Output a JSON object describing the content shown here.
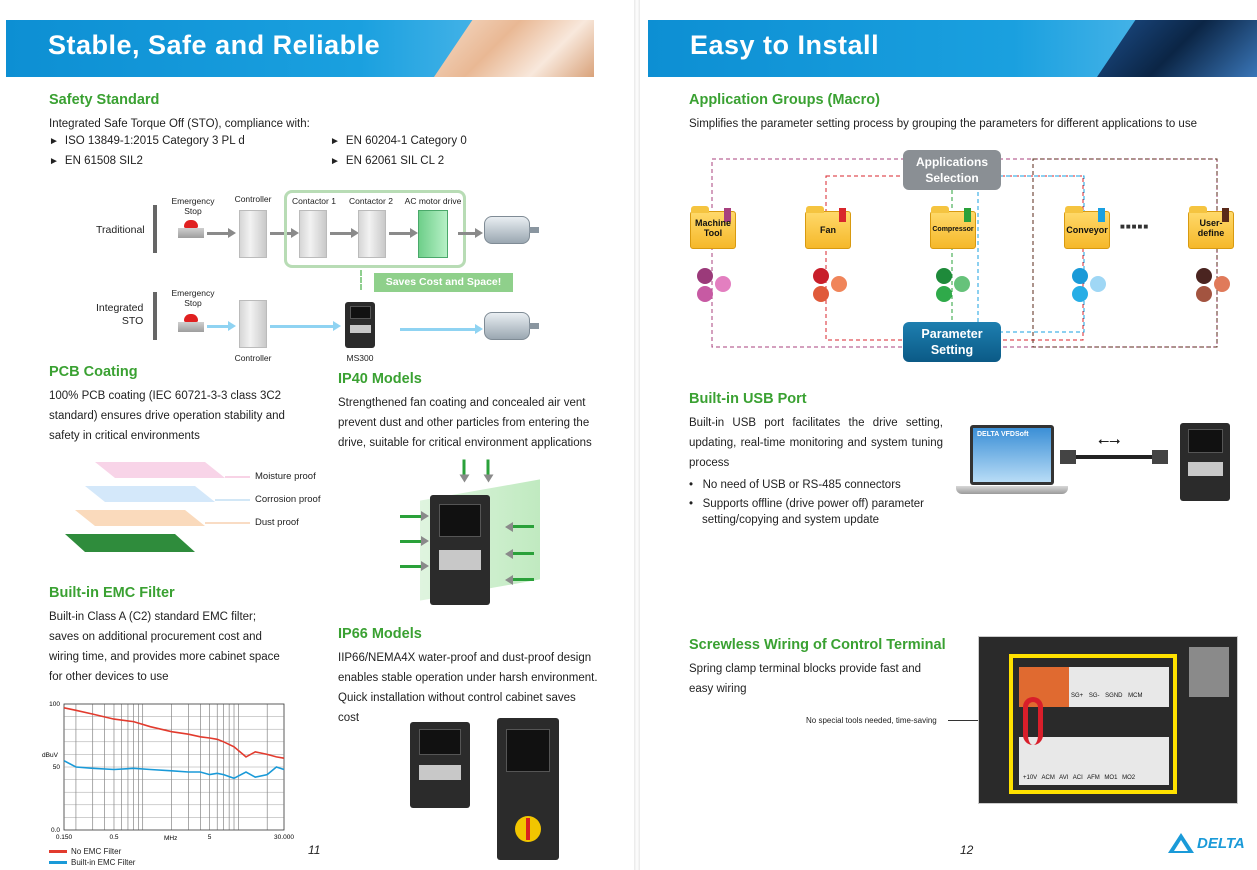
{
  "left": {
    "banner_title": "Stable, Safe and Reliable",
    "safety": {
      "heading": "Safety Standard",
      "intro": "Integrated Safe Torque Off (STO), compliance with:",
      "bullets": [
        "ISO 13849-1:2015 Category 3 PL d",
        "EN 60204-1 Category 0",
        "EN 61508 SIL2",
        "EN 62061 SIL CL 2"
      ],
      "bullet_glyph": "►"
    },
    "sto_diagram": {
      "traditional": "Traditional",
      "integrated": "Integrated\nSTO",
      "emergency_stop": "Emergency\nStop",
      "controller": "Controller",
      "contactor1": "Contactor 1",
      "contactor2": "Contactor 2",
      "ac_motor_drive": "AC motor drive",
      "saves": "Saves Cost and Space!",
      "ms300": "MS300"
    },
    "pcb": {
      "heading": "PCB Coating",
      "text": "100% PCB coating (IEC 60721-3-3 class 3C2 standard) ensures drive operation stability and safety in critical environments",
      "layers": [
        "Moisture proof",
        "Corrosion proof",
        "Dust proof"
      ]
    },
    "ip40": {
      "heading": "IP40 Models",
      "text": "Strengthened fan coating and concealed air vent prevent dust and other particles from entering the drive, suitable for critical environment applications"
    },
    "emc": {
      "heading": "Built-in EMC Filter",
      "text": "Built-in Class A (C2) standard EMC filter; saves on additional procurement cost and wiring time, and provides more cabinet space for other devices to use"
    },
    "ip66": {
      "heading": "IP66 Models",
      "text": "IIP66/NEMA4X water-proof and dust-proof design enables stable operation under harsh environment. Quick installation without control cabinet saves cost"
    },
    "page_number": "11"
  },
  "chart_data": {
    "type": "line",
    "xlabel": "MHz",
    "ylabel": "dBuV",
    "x_scale": "log",
    "xlim": [
      0.15,
      30
    ],
    "ylim": [
      0,
      100
    ],
    "x_tick_labels": [
      "0.150",
      "0.5",
      "5",
      "30.000"
    ],
    "x_tick_values": [
      0.15,
      0.5,
      5,
      30
    ],
    "y_tick_labels": [
      "0.0",
      "50",
      "100"
    ],
    "y_tick_values": [
      0,
      50,
      100
    ],
    "grid": true,
    "legend_position": "bottom-left",
    "series": [
      {
        "name": "No EMC Filter",
        "color": "#e23b2e",
        "x": [
          0.15,
          0.2,
          0.3,
          0.5,
          0.8,
          1.2,
          2,
          3,
          4,
          5,
          6,
          7,
          9,
          12,
          15,
          20,
          25,
          30
        ],
        "y": [
          97,
          95,
          92,
          88,
          86,
          82,
          78,
          76,
          74,
          73,
          72,
          70,
          66,
          58,
          62,
          60,
          58,
          57
        ]
      },
      {
        "name": "Built-in EMC Filter",
        "color": "#1a9ad8",
        "x": [
          0.15,
          0.2,
          0.3,
          0.5,
          0.8,
          1.2,
          2,
          3,
          4,
          5,
          6,
          7,
          9,
          12,
          15,
          20,
          25,
          30
        ],
        "y": [
          55,
          50,
          49,
          48,
          49,
          48,
          47,
          46,
          46,
          44,
          45,
          44,
          41,
          46,
          42,
          44,
          50,
          48
        ]
      }
    ]
  },
  "right": {
    "banner_title": "Easy to Install",
    "macro": {
      "heading": "Application Groups (Macro)",
      "text": "Simplifies the parameter setting process by grouping the parameters for different applications to use",
      "app_selection": "Applications\nSelection",
      "parameter_setting": "Parameter\nSetting",
      "folders": [
        "Machine\nTool",
        "Fan",
        "Compressor",
        "Conveyor",
        "User-\ndefine"
      ],
      "folder_colors": [
        "#a8407e",
        "#d8262c",
        "#2aa13a",
        "#1aa0e0",
        "#5a2a1a"
      ],
      "circle_colors": [
        [
          "#9b3a7a",
          "#e37fc0",
          "#c75aa3"
        ],
        [
          "#c81e2a",
          "#f0855a",
          "#e05a3a"
        ],
        [
          "#1e8a3a",
          "#66c27a",
          "#2faa4a"
        ],
        [
          "#1a9ad8",
          "#9fd7f5",
          "#27aee6"
        ],
        [
          "#4a2420",
          "#e07a5a",
          "#a35440"
        ]
      ],
      "dots": "■■■■■"
    },
    "usb": {
      "heading": "Built-in USB Port",
      "text": "Built-in USB port facilitates the drive setting, updating, real-time monitoring and system tuning process",
      "bullets": [
        "No need of USB or RS-485 connectors",
        "Supports offline (drive power off) parameter setting/copying and system update"
      ],
      "screen_title": "DELTA VFDSoft",
      "usb_symbol": "⭠⭢"
    },
    "wiring": {
      "heading": "Screwless Wiring of Control Terminal",
      "text": "Spring clamp terminal blocks provide fast and easy wiring",
      "callout": "No special tools needed, time-saving",
      "terminal_top": [
        "SG+",
        "SG-",
        "SGND",
        "MCM"
      ],
      "terminal_bottom": [
        "+10V",
        "ACM",
        "AVI",
        "ACI",
        "AFM",
        "MO1",
        "MO2"
      ]
    },
    "page_number": "12",
    "brand": "DELTA"
  }
}
